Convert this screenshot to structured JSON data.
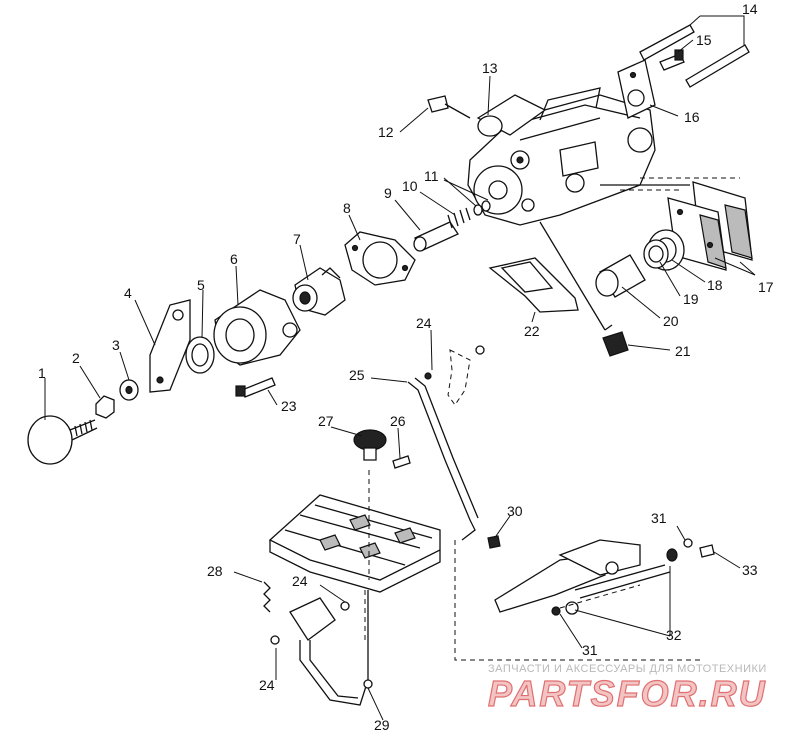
{
  "callouts": [
    "1",
    "2",
    "3",
    "4",
    "5",
    "6",
    "7",
    "8",
    "9",
    "10",
    "11",
    "12",
    "13",
    "14",
    "15",
    "16",
    "17",
    "18",
    "19",
    "20",
    "21",
    "22",
    "23",
    "24",
    "25",
    "26",
    "27",
    "28",
    "29",
    "30",
    "31",
    "32",
    "33"
  ],
  "repeat_callouts": {
    "c24b": "24",
    "c24c": "24",
    "c31b": "31"
  },
  "watermark": {
    "tagline": "ЗАПЧАСТИ И АКСЕССУАРЫ ДЛЯ МОТОТЕХНИКИ",
    "brand": "PARTSFOR.RU"
  },
  "colors": {
    "line": "#111111",
    "watermark_fill": "#f3c4c4",
    "watermark_stroke": "#e07070"
  }
}
